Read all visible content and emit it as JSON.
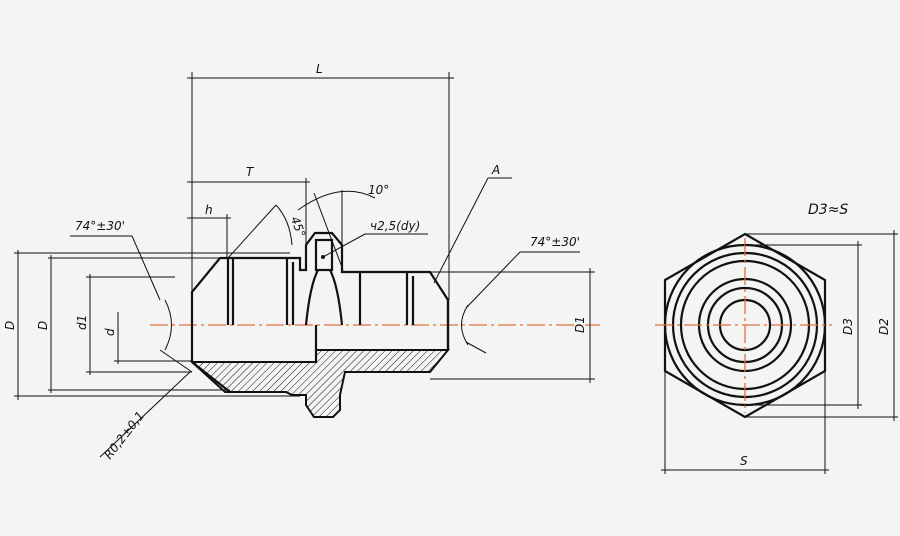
{
  "labels": {
    "L": "L",
    "T": "T",
    "h": "h",
    "angle_left": "74°±30'",
    "angle_right": "74°±30'",
    "chamfer_45": "45°",
    "angle_10": "10°",
    "mark": "ч2,5(dy)",
    "A": "A",
    "D_outer": "D",
    "D_inner": "D",
    "d1": "d1",
    "d": "d",
    "D1": "D1",
    "radius": "R0,2±0,1",
    "d3_eq_s": "D3≈S",
    "D3": "D3",
    "D2": "D2",
    "S": "S"
  },
  "colors": {
    "line": "#111111",
    "centerline": "#e0703a",
    "background": "#f4f4f4"
  }
}
